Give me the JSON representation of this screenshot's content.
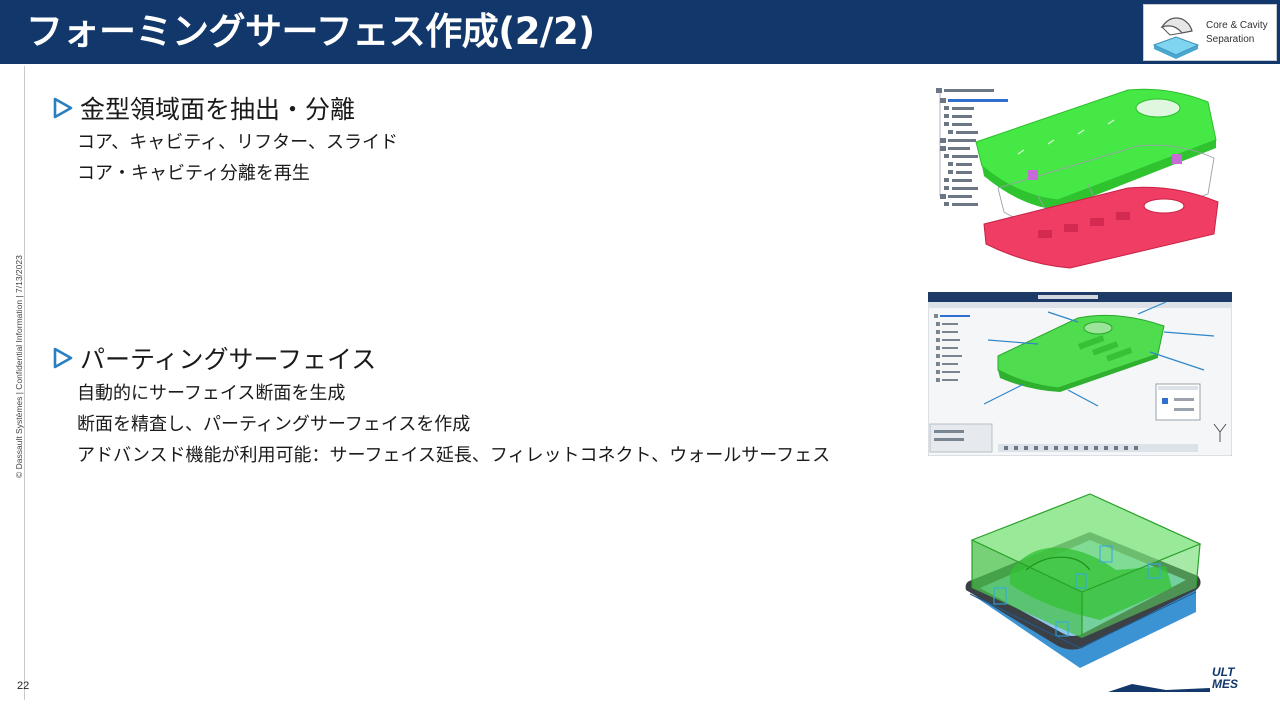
{
  "header": {
    "title": "フォーミングサーフェス作成(2/2)",
    "logo_line1": "Core & Cavity",
    "logo_line2": "Separation"
  },
  "sidebar": {
    "copyright": "© Dassault Systèmes | Confidential Information | 7/13/2023",
    "page_number": "22"
  },
  "sections": [
    {
      "heading": "金型領域面を抽出・分離",
      "items": [
        "コア、キャビティ、リフター、スライド",
        "コア・キャビティ分離を再生"
      ]
    },
    {
      "heading": "パーティングサーフェイス",
      "items": [
        "自動的にサーフェイス断面を生成",
        "断面を精査し、パーティングサーフェイスを作成",
        "アドバンスド機能が利用可能：サーフェイス延長、フィレットコネクト、ウォールサーフェス"
      ]
    }
  ],
  "footer": {
    "brand_line1": "ULT",
    "brand_line2": "MES"
  },
  "colors": {
    "header_bg": "#12386b",
    "bullet_accent": "#2a7fc0",
    "core_green": "#3de03d",
    "cavity_red": "#e8335a"
  },
  "icons": [
    "play-triangle-icon",
    "core-cavity-logo-icon"
  ]
}
